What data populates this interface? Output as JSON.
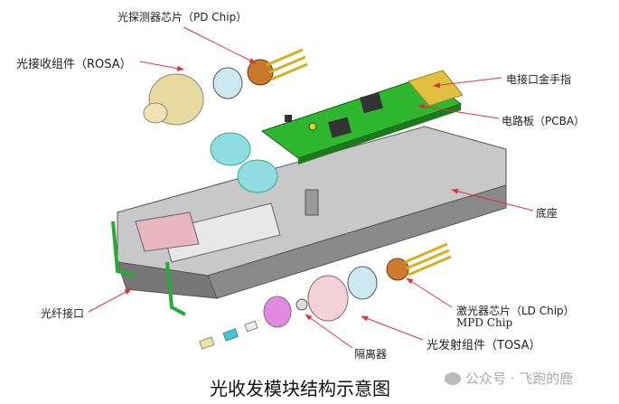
{
  "labels": {
    "pd_chip": "光探测器芯片（PD Chip）",
    "rosa": "光接收组件（ROSA）",
    "gold_finger": "电接口金手指",
    "pcba": "电路板（PCBA）",
    "base": "底座",
    "ld_chip": "激光器芯片（LD Chip）",
    "mpd_chip": "MPD Chip",
    "fiber_port": "光纤接口",
    "tosa": "光发射组件（TOSA）",
    "isolator": "隔离器"
  },
  "title": "光收发模块结构示意图",
  "watermark": "公众号 · 飞跑的鹿",
  "colors": {
    "arrow": "#d9363e",
    "pcb": "#2fb82f",
    "housing": "#9a9a9a",
    "gold": "#e0c040"
  }
}
